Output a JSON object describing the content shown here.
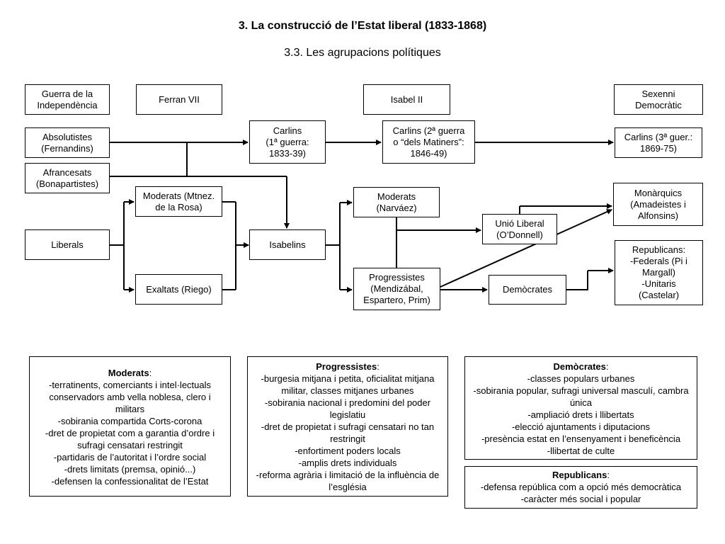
{
  "title": "3. La construcció de l’Estat liberal (1833-1868)",
  "subtitle": "3.3. Les agrupacions polítiques",
  "nodes": {
    "guerra": "Guerra de la\nIndependència",
    "ferran": "Ferran VII",
    "isabel": "Isabel II",
    "sexenni": "Sexenni\nDemocràtic",
    "absolutistes": "Absolutistes\n(Fernandins)",
    "afrancesats": "Afrancesats\n(Bonapartistes)",
    "liberals": "Liberals",
    "moderats_rosa": "Moderats (Mtnez.\nde la Rosa)",
    "exaltats": "Exaltats (Riego)",
    "carlins1": "Carlins\n(1ª guerra:\n1833-39)",
    "isabelins": "Isabelins",
    "carlins2": "Carlins (2ª guerra\no “dels Matiners”:\n1846-49)",
    "moderats_narvaez": "Moderats\n(Narváez)",
    "progressistes": "Progressistes\n(Mendizábal,\nEspartero, Prim)",
    "unio": "Unió Liberal\n(O’Donnell)",
    "democrates": "Demòcrates",
    "carlins3": "Carlins (3ª guer.:\n1869-75)",
    "monarquics": "Monàrquics\n(Amadeistes i\nAlfonsins)",
    "republicans": "Republicans:\n-Federals (Pi i\nMargall)\n-Unitaris\n(Castelar)"
  },
  "descriptions": {
    "moderats": {
      "heading": "Moderats",
      "items": [
        "-terratinents, comerciants i intel·lectuals conservadors amb vella noblesa, clero i militars",
        "-sobirania compartida Corts-corona",
        "-dret de propietat com a garantia d’ordre i sufragi censatari restringit",
        "-partidaris de l’autoritat i l’ordre social",
        "-drets limitats (premsa, opinió...)",
        "-defensen la confessionalitat de l’Estat"
      ]
    },
    "progressistes": {
      "heading": "Progressistes",
      "items": [
        "-burgesia mitjana i petita, oficialitat mitjana militar, classes mitjanes urbanes",
        "-sobirania nacional i predomini del poder legislatiu",
        "-dret de propietat i sufragi censatari no tan restringit",
        "-enfortiment poders locals",
        "-amplis drets individuals",
        "-reforma agrària i limitació de la influència de l’església"
      ]
    },
    "democrates": {
      "heading": "Demòcrates",
      "items": [
        "-classes populars urbanes",
        "-sobirania popular, sufragi universal masculí, cambra única",
        "-ampliació drets i llibertats",
        "-elecció ajuntaments i diputacions",
        "-presència estat en l’ensenyament i beneficència",
        "-llibertat de culte"
      ]
    },
    "republicans": {
      "heading": "Republicans",
      "items": [
        "-defensa república com a opció més democràtica",
        "-caràcter més social i popular"
      ]
    }
  }
}
